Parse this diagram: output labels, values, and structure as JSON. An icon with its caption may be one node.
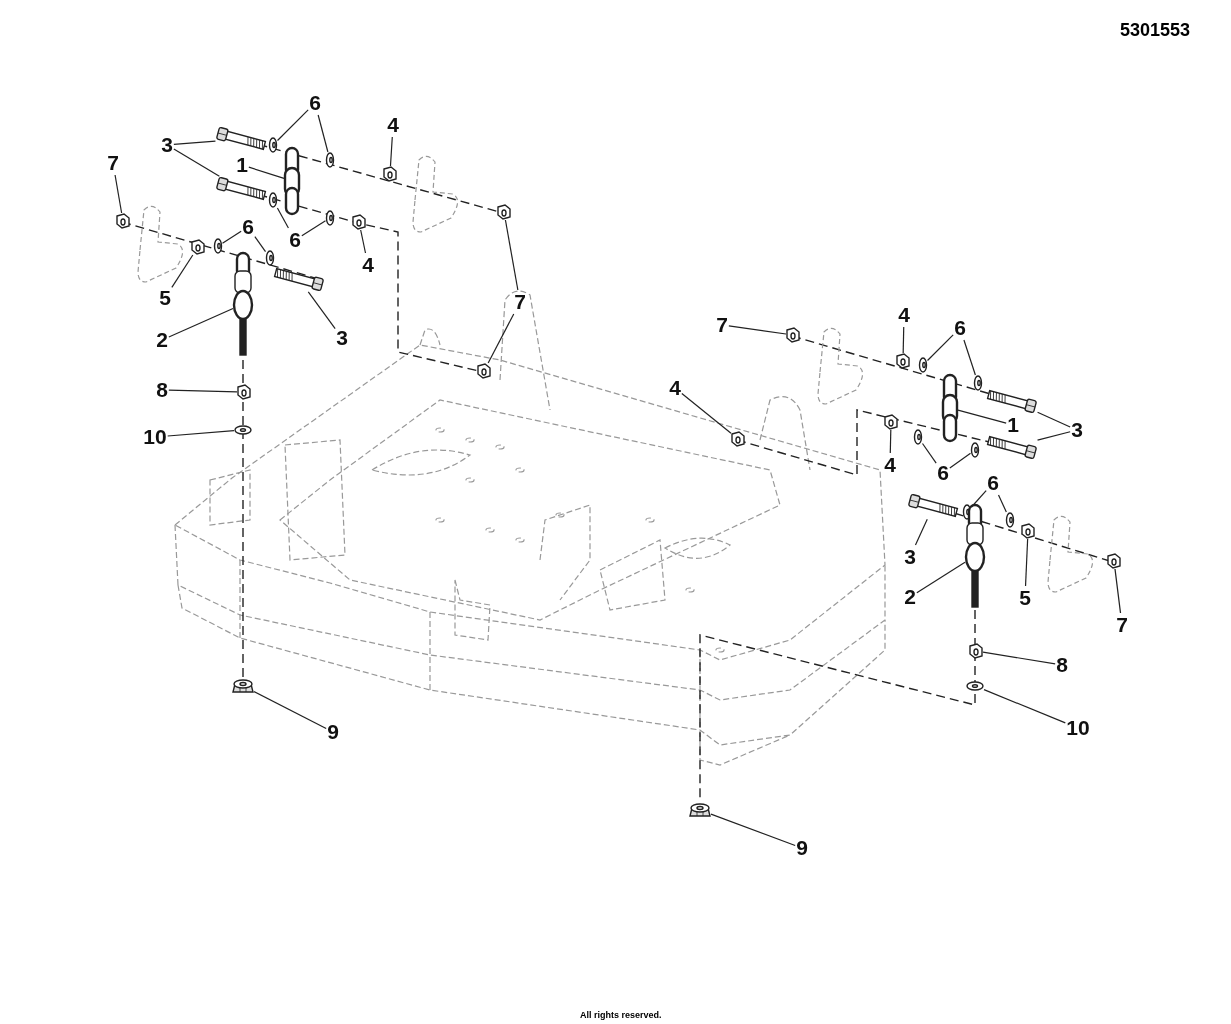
{
  "diagram": {
    "nodes": [
      {
        "text": [
          "6"
        ]
      },
      {
        "text": [
          "3"
        ]
      },
      {
        "text": [
          "1"
        ]
      },
      {
        "text": [
          "4"
        ]
      },
      {
        "text": [
          "7"
        ]
      },
      {
        "text": [
          "6"
        ]
      },
      {
        "text": [
          "6"
        ]
      },
      {
        "text": [
          "4"
        ]
      },
      {
        "text": [
          "5"
        ]
      },
      {
        "text": [
          "7"
        ]
      },
      {
        "text": [
          "2"
        ]
      },
      {
        "text": [
          "3"
        ]
      },
      {
        "text": [
          "8"
        ]
      },
      {
        "text": [
          "10"
        ]
      },
      {
        "text": [
          "9"
        ]
      },
      {
        "text": [
          "4"
        ]
      },
      {
        "text": [
          "7"
        ]
      },
      {
        "text": [
          "6"
        ]
      },
      {
        "text": [
          "4"
        ]
      },
      {
        "text": [
          "1"
        ]
      },
      {
        "text": [
          "3"
        ]
      },
      {
        "text": [
          "4"
        ]
      },
      {
        "text": [
          "6"
        ]
      },
      {
        "text": [
          "6"
        ]
      },
      {
        "text": [
          "3"
        ]
      },
      {
        "text": [
          "2"
        ]
      },
      {
        "text": [
          "5"
        ]
      },
      {
        "text": [
          "7"
        ]
      },
      {
        "text": [
          "8"
        ]
      },
      {
        "text": [
          "10"
        ]
      },
      {
        "text": [
          "9"
        ]
      },
      {
        "text": [],
        "shape": "picture"
      },
      {
        "text": [],
        "shape": "picture"
      },
      {
        "text": [],
        "shape": "picture"
      },
      {
        "text": [],
        "shape": "picture"
      },
      {
        "text": [],
        "shape": "picture"
      },
      {
        "text": [],
        "shape": "picture"
      },
      {
        "text": [],
        "shape": "picture"
      },
      {
        "text": [],
        "shape": "picture"
      },
      {
        "text": [],
        "shape": "picture"
      },
      {
        "text": [],
        "shape": "picture"
      },
      {
        "text": [],
        "shape": "picture"
      },
      {
        "text": [],
        "shape": "picture"
      },
      {
        "text": [],
        "shape": "picture"
      },
      {
        "text": [],
        "shape": "picture"
      },
      {
        "text": [],
        "shape": "picture"
      },
      {
        "text": [],
        "shape": "picture"
      },
      {
        "text": [],
        "shape": "picture"
      },
      {
        "text": [],
        "shape": "picture"
      },
      {
        "text": [],
        "shape": "picture"
      },
      {
        "text": [],
        "shape": "picture"
      },
      {
        "text": [],
        "shape": "picture"
      },
      {
        "text": [],
        "shape": "picture"
      },
      {
        "text": [],
        "shape": "picture"
      },
      {
        "text": [],
        "shape": "picture"
      },
      {
        "text": [],
        "shape": "picture"
      },
      {
        "text": [],
        "shape": "picture"
      },
      {
        "text": [],
        "shape": "picture"
      },
      {
        "text": [],
        "shape": "picture"
      },
      {
        "text": [],
        "shape": "picture"
      },
      {
        "text": [],
        "shape": "picture"
      },
      {
        "text": [],
        "shape": "picture"
      },
      {
        "text": [],
        "shape": "picture"
      },
      {
        "text": [],
        "shape": "picture"
      },
      {
        "text": [],
        "shape": "picture"
      },
      {
        "text": [],
        "shape": "picture"
      },
      {
        "text": [],
        "shape": "picture"
      },
      {
        "text": [],
        "shape": "picture"
      },
      {
        "text": [],
        "shape": "picture"
      },
      {
        "text": [],
        "shape": "picture"
      },
      {
        "text": [],
        "shape": "picture"
      }
    ],
    "edges": [
      {
        "from": 0,
        "to": 31,
        "arrow": "none"
      },
      {
        "from": 0,
        "to": 32,
        "arrow": "none"
      },
      {
        "from": 1,
        "to": 33,
        "arrow": "none"
      },
      {
        "from": 1,
        "to": 34,
        "arrow": "none"
      },
      {
        "from": 2,
        "to": 35,
        "arrow": "none"
      },
      {
        "from": 3,
        "to": 36,
        "arrow": "none"
      },
      {
        "from": 4,
        "to": 37,
        "arrow": "none"
      },
      {
        "from": 5,
        "to": 38,
        "arrow": "none"
      },
      {
        "from": 5,
        "to": 39,
        "arrow": "none"
      },
      {
        "from": 6,
        "to": 40,
        "arrow": "none"
      },
      {
        "from": 6,
        "to": 41,
        "arrow": "none"
      },
      {
        "from": 7,
        "to": 42,
        "arrow": "none"
      },
      {
        "from": 8,
        "to": 43,
        "arrow": "none"
      },
      {
        "from": 9,
        "to": 44,
        "arrow": "none"
      },
      {
        "from": 9,
        "to": 45,
        "arrow": "none"
      },
      {
        "from": 10,
        "to": 46,
        "arrow": "none"
      },
      {
        "from": 11,
        "to": 47,
        "arrow": "none"
      },
      {
        "from": 12,
        "to": 48,
        "arrow": "none"
      },
      {
        "from": 13,
        "to": 49,
        "arrow": "none"
      },
      {
        "from": 14,
        "to": 50,
        "arrow": "none"
      },
      {
        "from": 15,
        "to": 51,
        "arrow": "none"
      },
      {
        "from": 16,
        "to": 52,
        "arrow": "none"
      },
      {
        "from": 17,
        "to": 53,
        "arrow": "none"
      },
      {
        "from": 17,
        "to": 54,
        "arrow": "none"
      },
      {
        "from": 18,
        "to": 55,
        "arrow": "none"
      },
      {
        "from": 19,
        "to": 56,
        "arrow": "none"
      },
      {
        "from": 20,
        "to": 57,
        "arrow": "none"
      },
      {
        "from": 20,
        "to": 58,
        "arrow": "none"
      },
      {
        "from": 21,
        "to": 59,
        "arrow": "none"
      },
      {
        "from": 22,
        "to": 60,
        "arrow": "none"
      },
      {
        "from": 22,
        "to": 61,
        "arrow": "none"
      },
      {
        "from": 23,
        "to": 62,
        "arrow": "none"
      },
      {
        "from": 23,
        "to": 63,
        "arrow": "none"
      },
      {
        "from": 24,
        "to": 64,
        "arrow": "none"
      },
      {
        "from": 25,
        "to": 65,
        "arrow": "none"
      },
      {
        "from": 26,
        "to": 66,
        "arrow": "none"
      },
      {
        "from": 27,
        "to": 67,
        "arrow": "none"
      },
      {
        "from": 28,
        "to": 68,
        "arrow": "none"
      },
      {
        "from": 29,
        "to": 69,
        "arrow": "none"
      },
      {
        "from": 30,
        "to": 70,
        "arrow": "none"
      }
    ],
    "labels": [
      "5301553",
      "All rights reserved."
    ]
  }
}
